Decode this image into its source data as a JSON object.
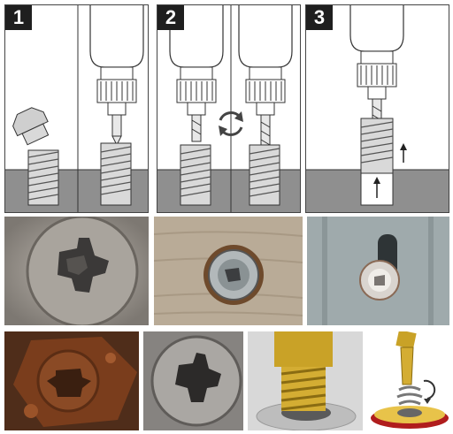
{
  "steps": [
    {
      "number": "1"
    },
    {
      "number": "2"
    },
    {
      "number": "3"
    }
  ],
  "colors": {
    "panel_border": "#444444",
    "ground": "#8f8f8f",
    "thread": "#d9d9d9",
    "badge_bg": "#1f1f1f",
    "rust": "#7a3d1c",
    "gold_bit": "#c9a227",
    "metal_grey": "#a7b1b3",
    "wood": "#b9ab97"
  },
  "icons": {
    "rotate": "rotate-arrows-icon",
    "up_arrow": "arrow-up-icon"
  }
}
